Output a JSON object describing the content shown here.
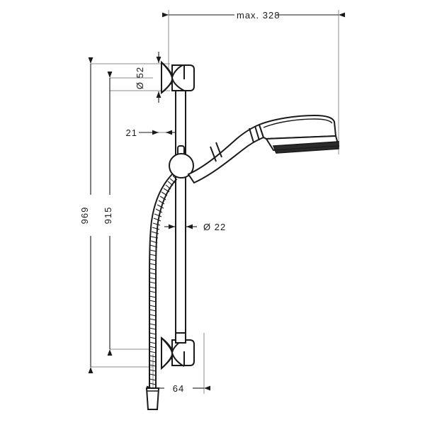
{
  "drawing": {
    "type": "technical-dimension-drawing",
    "subject": "wall-mounted shower set with slide bar, handshower and hose",
    "background_color": "#ffffff",
    "line_color": "#1a1a1a",
    "thin_line_color": "#8c8c8c",
    "units": "mm"
  },
  "dimensions": {
    "max_width": "max. 328",
    "bracket_diameter": "Ø 52",
    "bar_offset": "21",
    "bar_diameter": "Ø 22",
    "total_height": "969",
    "bar_height": "915",
    "base_depth": "64"
  },
  "labels": {
    "max_width": "max. 328",
    "dia_52": "Ø 52",
    "offset_21": "21",
    "dia_22": "Ø 22",
    "height_969": "969",
    "height_915": "915",
    "depth_64": "64"
  }
}
